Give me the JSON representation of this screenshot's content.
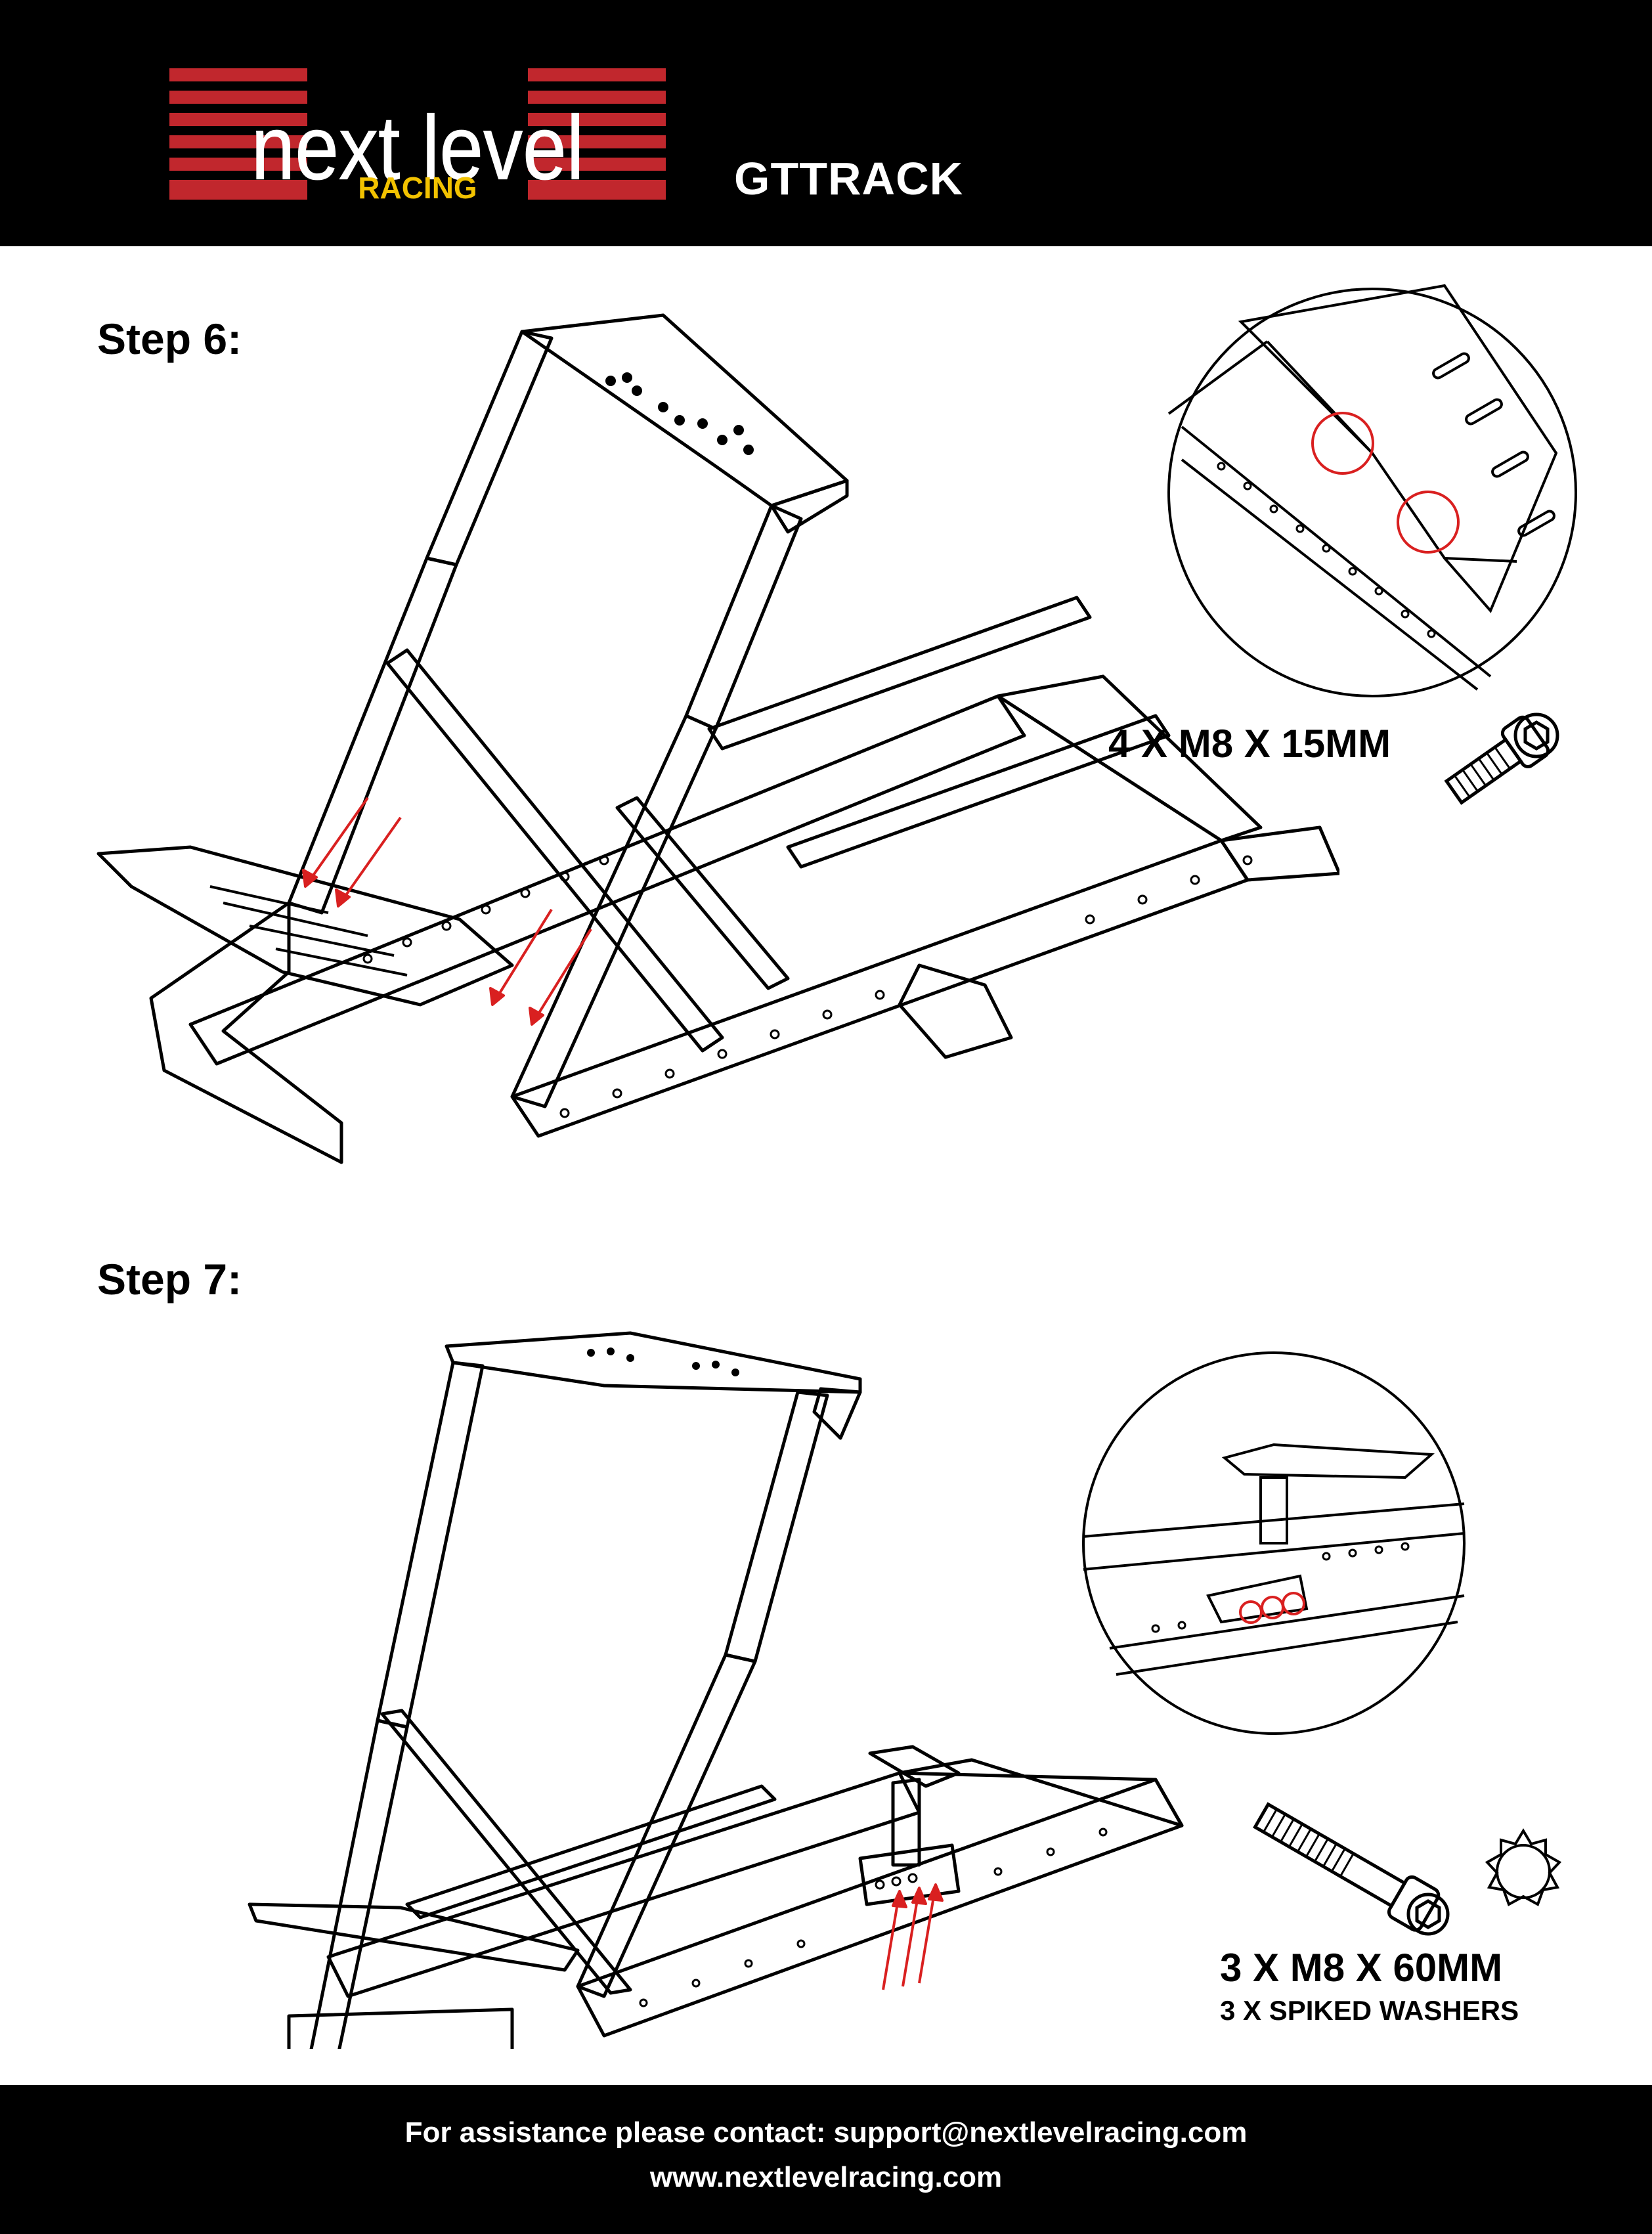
{
  "header": {
    "logo": {
      "line1": "next level",
      "line2": "RACING",
      "colors": {
        "bars": "#c1272d",
        "racing_text": "#f2c200"
      }
    },
    "product_title": "GTTRACK"
  },
  "steps": [
    {
      "title": "Step 6:",
      "hardware": {
        "line1": "4 X M8 X 15MM",
        "line2": ""
      },
      "icons": [
        "rig-frame-illustration",
        "zoom-detail-circle",
        "socket-head-bolt-icon"
      ],
      "callout_color": "#d92020"
    },
    {
      "title": "Step 7:",
      "hardware": {
        "line1": "3 X M8 X 60MM",
        "line2": "3 X SPIKED WASHERS"
      },
      "icons": [
        "rig-frame-illustration",
        "zoom-detail-circle",
        "long-bolt-icon",
        "spiked-washer-icon"
      ],
      "callout_color": "#d92020"
    }
  ],
  "footer": {
    "contact": "For assistance please contact: support@nextlevelracing.com",
    "website": "www.nextlevelracing.com"
  }
}
